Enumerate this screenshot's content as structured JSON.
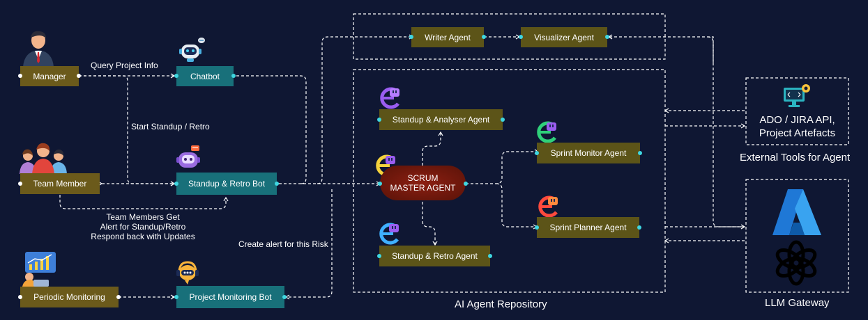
{
  "actors": {
    "manager": "Manager",
    "team_member": "Team Member",
    "periodic_monitoring": "Periodic Monitoring"
  },
  "bots": {
    "chatbot": "Chatbot",
    "standup_retro_bot": "Standup & Retro Bot",
    "project_monitoring_bot": "Project Monitoring Bot"
  },
  "edge_labels": {
    "query_project_info": "Query Project Info",
    "start_standup_retro": "Start Standup / Retro",
    "team_members_get": [
      "Team Members Get",
      "Alert for Standup/Retro",
      "Respond back with Updates"
    ],
    "create_alert": "Create alert for this Risk"
  },
  "agents": {
    "writer": "Writer Agent",
    "visualizer": "Visualizer Agent",
    "standup_analyser": "Standup & Analyser Agent",
    "scrum_master": [
      "SCRUM",
      "MASTER AGENT"
    ],
    "sprint_monitor": "Sprint Monitor Agent",
    "sprint_planner": "Sprint Planner Agent",
    "standup_retro": "Standup & Retro Agent"
  },
  "repository_label": "AI Agent Repository",
  "external_tools": {
    "box_text": [
      "ADO / JIRA API,",
      "Project Artefacts"
    ],
    "caption": "External Tools for Agent"
  },
  "llm_gateway": "LLM Gateway",
  "colors": {
    "background": "#0f1733",
    "actor_box": "#6b5a1b",
    "bot_box": "#18707a",
    "scrum_master": "#7a1a10",
    "connector_dot": "#3fd6e0"
  }
}
